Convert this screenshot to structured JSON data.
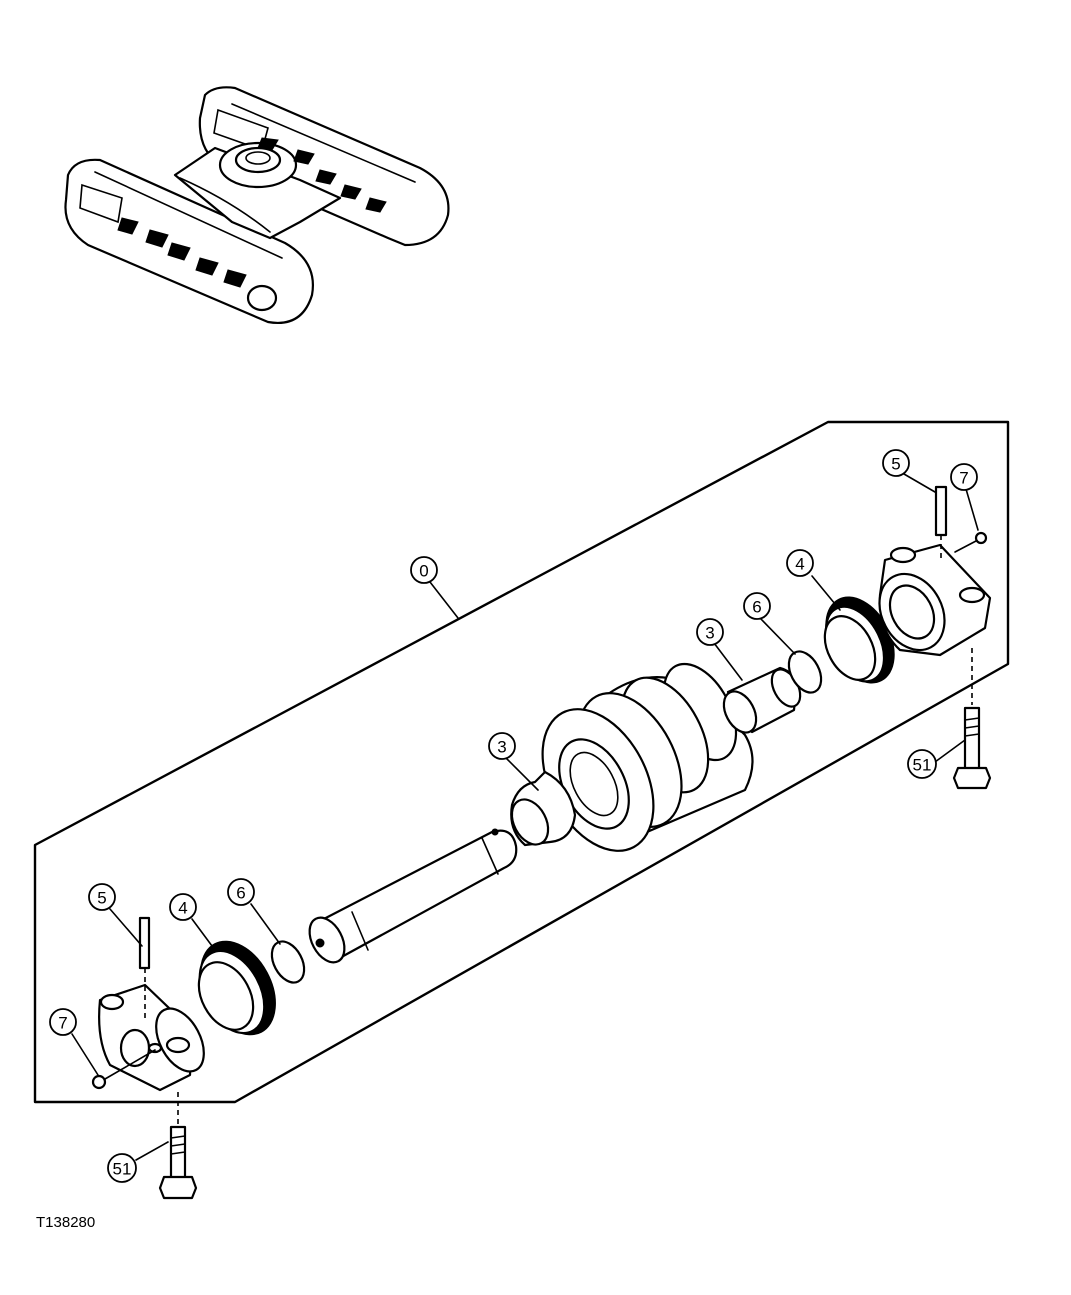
{
  "figure_id": "T138280",
  "callouts": {
    "assembly": "0",
    "bushing_right": "3",
    "bushing_left": "3",
    "seal_right": "4",
    "seal_left": "4",
    "pin_right": "5",
    "pin_left": "5",
    "oring_right": "6",
    "oring_left": "6",
    "plug_right": "7",
    "plug_left": "7",
    "bolt_right": "51",
    "bolt_left": "51"
  }
}
